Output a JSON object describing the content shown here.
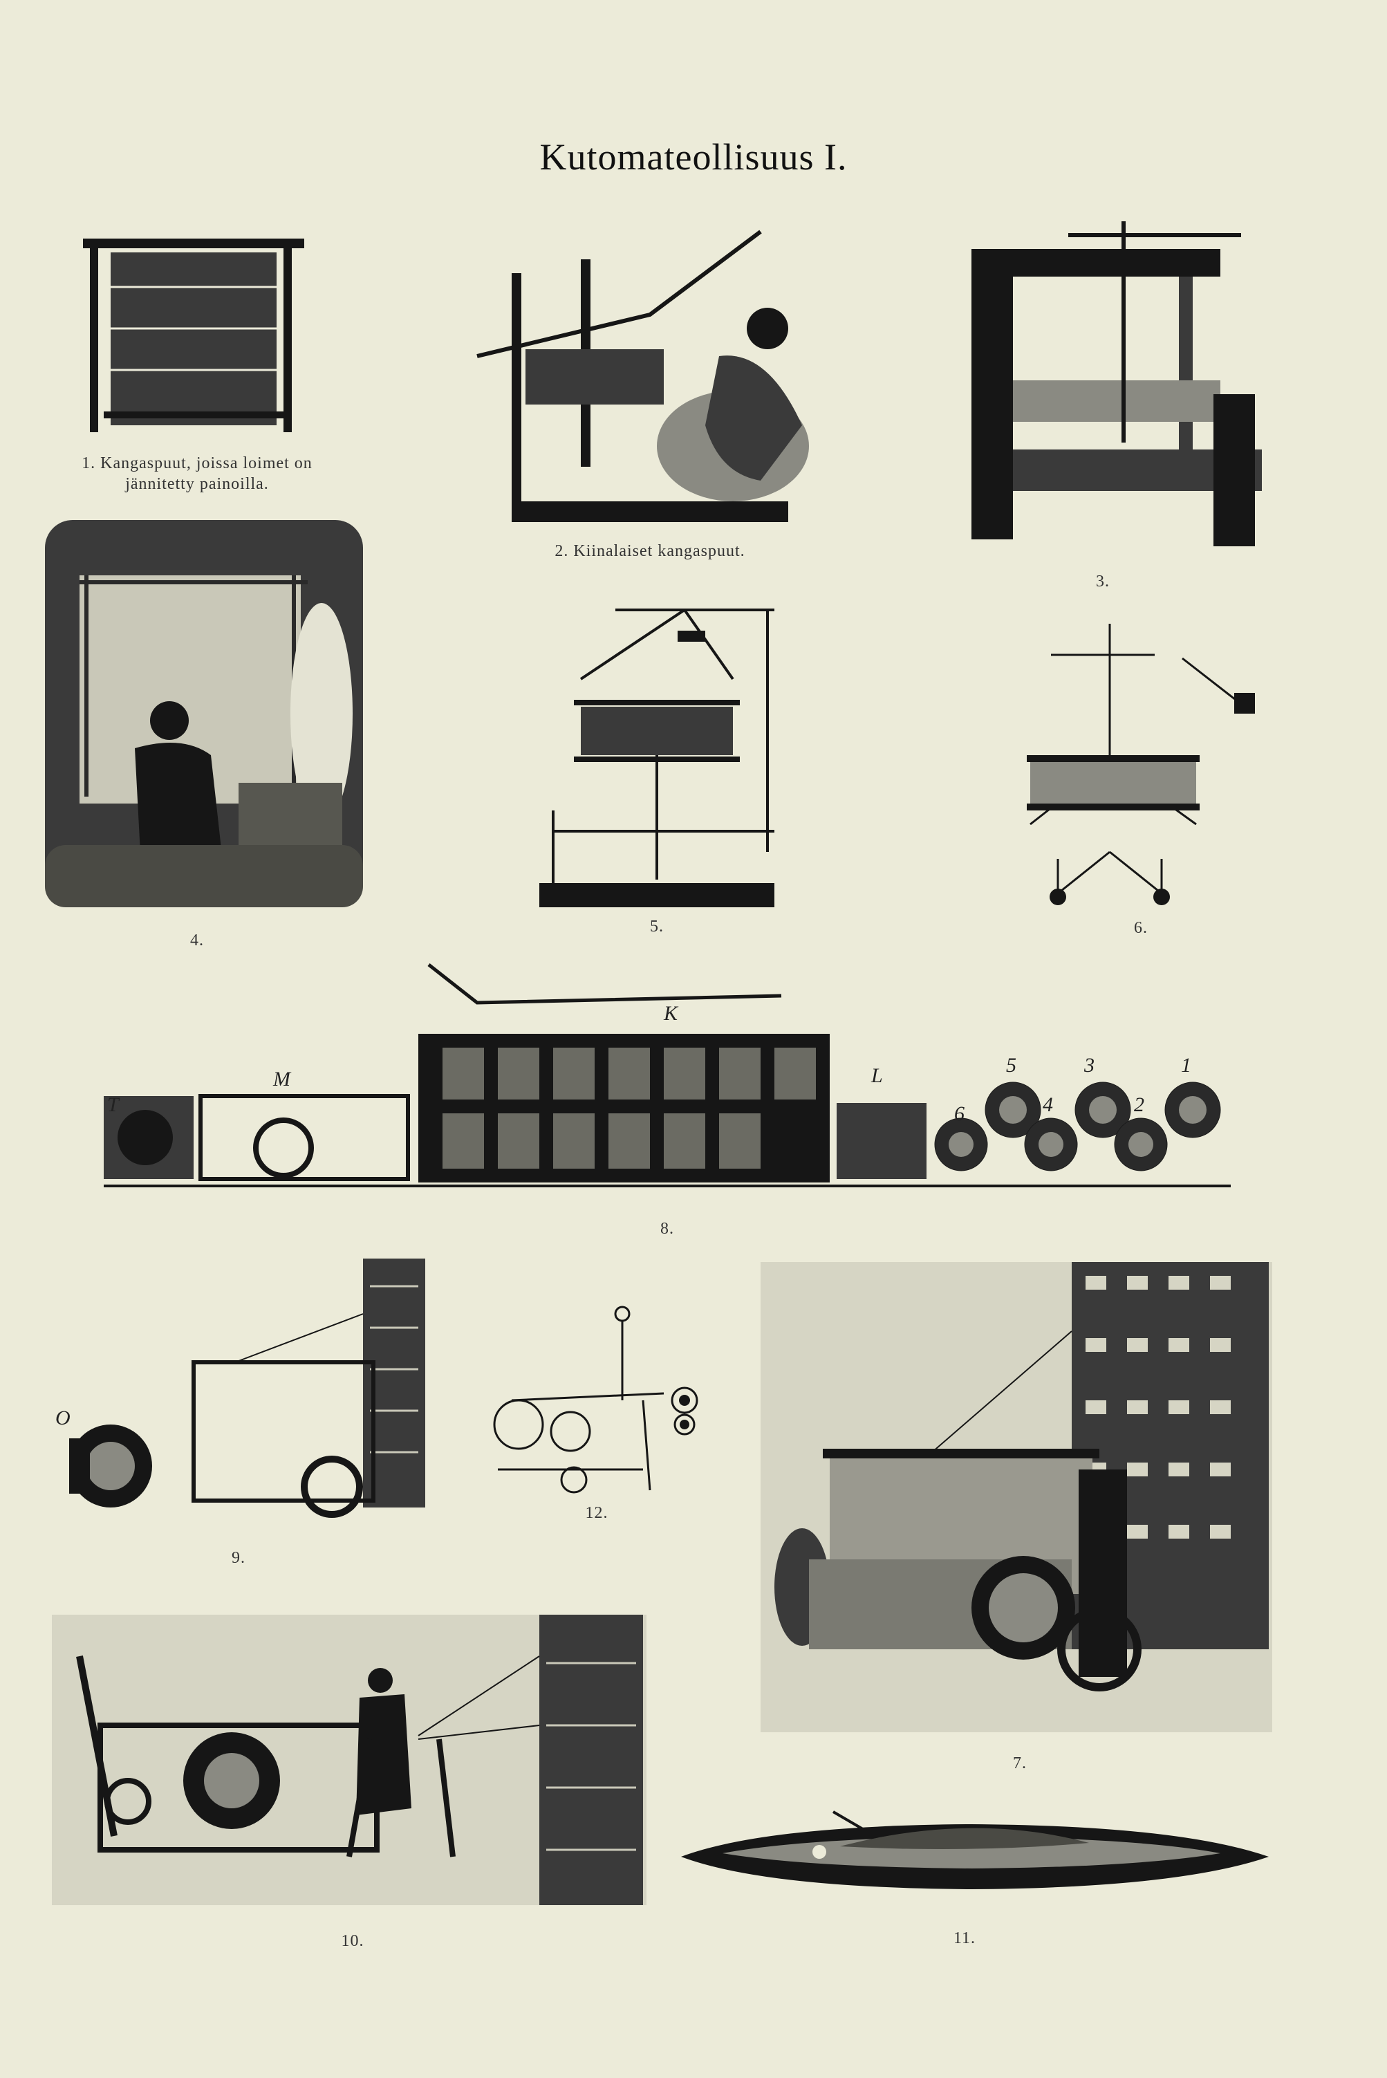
{
  "page": {
    "title": "Kutomateollisuus I."
  },
  "figures": [
    {
      "id": "1",
      "caption_lines": [
        "1.  Kangaspuut, joissa loimet on",
        "jännitetty painoilla."
      ]
    },
    {
      "id": "2",
      "caption": "2.  Kiinalaiset kangaspuut."
    },
    {
      "id": "3",
      "caption": "3."
    },
    {
      "id": "4",
      "caption": "4."
    },
    {
      "id": "5",
      "caption": "5."
    },
    {
      "id": "6",
      "caption": "6."
    },
    {
      "id": "7",
      "caption": "7."
    },
    {
      "id": "8",
      "caption": "8.",
      "letters": [
        "T",
        "M",
        "K",
        "L",
        "6",
        "5",
        "4",
        "3",
        "2",
        "1"
      ]
    },
    {
      "id": "9",
      "caption": "9.",
      "letters": [
        "O"
      ]
    },
    {
      "id": "10",
      "caption": "10."
    },
    {
      "id": "11",
      "caption": "11."
    },
    {
      "id": "12",
      "caption": "12."
    }
  ]
}
